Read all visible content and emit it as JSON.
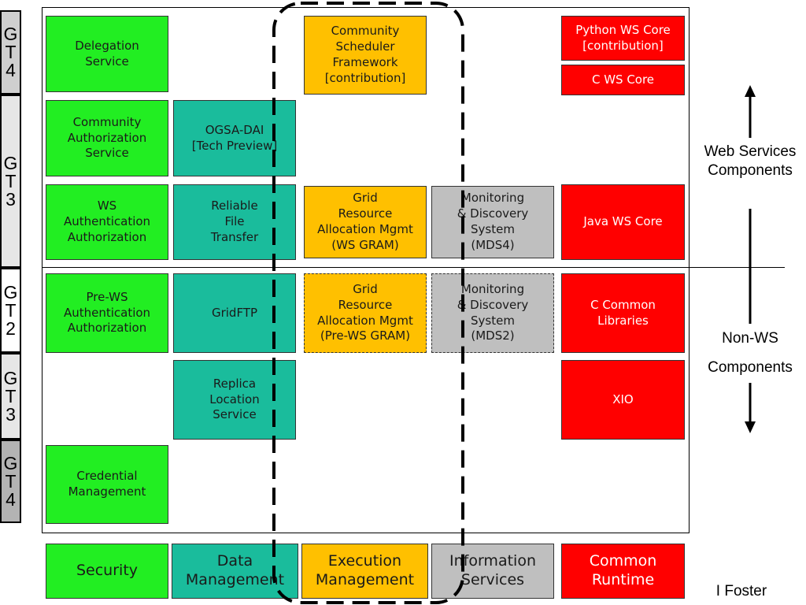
{
  "colors": {
    "security": "#22ee22",
    "data": "#1abc9c",
    "execution": "#ffc000",
    "information": "#bfbfbf",
    "runtime": "#ff0000"
  },
  "side_labels": [
    {
      "chars": [
        "G",
        "T",
        "4"
      ]
    },
    {
      "chars": [
        "G",
        "T",
        "3"
      ]
    },
    {
      "chars": [
        "G",
        "T",
        "2"
      ]
    },
    {
      "chars": [
        "G",
        "T",
        "3"
      ]
    },
    {
      "chars": [
        "G",
        "T",
        "4"
      ]
    }
  ],
  "components": {
    "delegation_service": "Delegation\nService",
    "community_scheduler": "Community\nScheduler\nFramework\n[contribution]",
    "python_ws_core": "Python WS Core\n[contribution]",
    "c_ws_core": "C WS Core",
    "community_authorization": "Community\nAuthorization\nService",
    "ogsa_dai": "OGSA-DAI\n[Tech Preview]",
    "ws_authentication": "WS\nAuthentication\nAuthorization",
    "reliable_file_transfer": "Reliable\nFile\nTransfer",
    "ws_gram": "Grid\nResource\nAllocation Mgmt\n(WS GRAM)",
    "mds4": "Monitoring\n& Discovery\nSystem\n(MDS4)",
    "java_ws_core": "Java WS Core",
    "pre_ws_auth": "Pre-WS\nAuthentication\nAuthorization",
    "gridftp": "GridFTP",
    "pre_ws_gram": "Grid\nResource\nAllocation Mgmt\n(Pre-WS GRAM)",
    "mds2": "Monitoring\n& Discovery\nSystem\n(MDS2)",
    "c_common_libraries": "C Common\nLibraries",
    "replica_location": "Replica\nLocation\nService",
    "xio": "XIO",
    "credential_management": "Credential\nManagement"
  },
  "categories": {
    "security": "Security",
    "data_management": "Data\nManagement",
    "execution_management": "Execution\nManagement",
    "information_services": "Information\nServices",
    "common_runtime": "Common\nRuntime"
  },
  "annotations": {
    "web_services": "Web Services\nComponents",
    "non_ws_line1": "Non-WS",
    "non_ws_line2": "Components",
    "author": "I Foster"
  }
}
